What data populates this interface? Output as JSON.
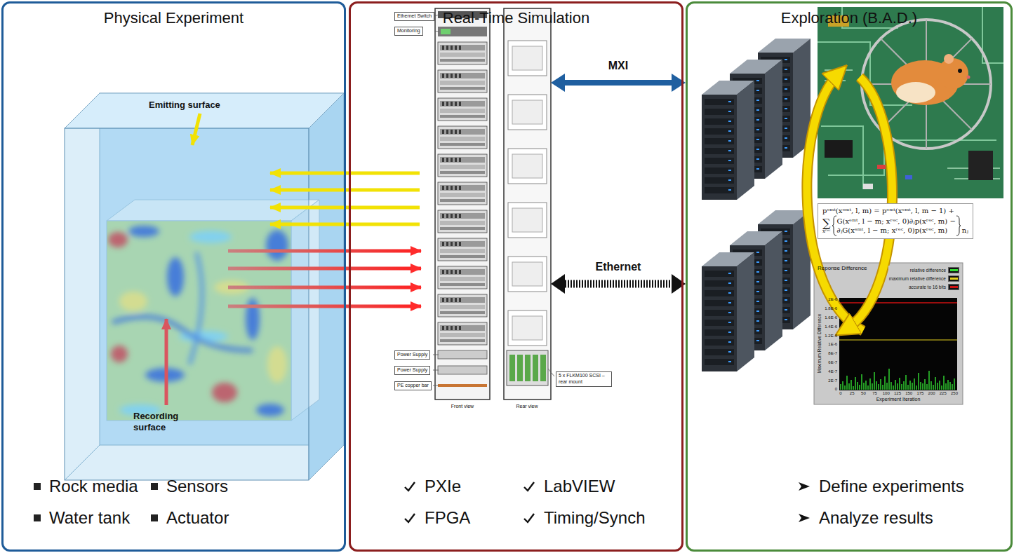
{
  "diagram": {
    "nodes": [
      {
        "text": [
          "Physical Experiment",
          "Rock media",
          "Sensors",
          "Water tank",
          "Actuator"
        ]
      },
      {
        "text": [
          "Real-Time Simulation",
          "PXIe",
          "LabVIEW",
          "FPGA",
          "Timing/Synch"
        ]
      },
      {
        "text": [
          "Front view",
          "Rear view"
        ],
        "in": 1
      },
      {
        "text": [
          "Ethernet Switch"
        ],
        "in": 2
      },
      {
        "text": [
          "Monitoring"
        ],
        "in": 2
      },
      {
        "text": [
          "Power Supply"
        ],
        "in": 2
      },
      {
        "text": [
          "Power Supply"
        ],
        "in": 2
      },
      {
        "text": [
          "PE copper bar"
        ],
        "in": 2
      },
      {
        "text": [
          "5 x FLKM100 SCSI – rear mount"
        ],
        "in": 2
      },
      {
        "text": [
          "Exploration (B.A.D.)",
          "Define experiments",
          "Analyze results"
        ]
      },
      {
        "text": [
          "pᵉᵐᵗ(xᵉᵐᵗ, l, m) = pᵉᵐᵗ(xᵉᵐᵗ, l, m − 1) +",
          "∑",
          "xʳᵉᶜ",
          "G(xᵉᵐᵗ, l − m; xʳᵉᶜ, 0)∂ⱼp(xʳᵉᶜ, m) −",
          "∂ⱼG(xᵉᵐᵗ, l − m; xʳᵉᶜ, 0)p(xʳᵉᶜ, m)",
          "nⱼ"
        ],
        "in": 9
      },
      {
        "text": [
          "Reponse Difference"
        ],
        "in": 9
      }
    ],
    "edges": [
      {
        "from": 2,
        "to": 9,
        "arrow": "both",
        "label": "MXI"
      },
      {
        "from": 2,
        "to": 9,
        "arrow": "both",
        "label": "Ethernet"
      }
    ],
    "labels": [
      "Emitting surface",
      "Recording surface",
      "2E-6",
      "1.8E-6",
      "1.6E-6",
      "1.4E-6",
      "1.2E-6",
      "1E-6",
      "8E-7",
      "6E-7",
      "4E-7",
      "2E-7",
      "0",
      "0",
      "25",
      "50",
      "75",
      "100",
      "125",
      "150",
      "175",
      "200",
      "225",
      "250",
      "Maximum Relative Difference",
      "Experiment Iteration"
    ],
    "legend": [
      {
        "text": "relative difference",
        "color": "#33dd33"
      },
      {
        "text": "maximum relative difference",
        "color": "#e6d21e"
      },
      {
        "text": "accurate to 16 bits",
        "color": "#cc1111"
      }
    ]
  }
}
